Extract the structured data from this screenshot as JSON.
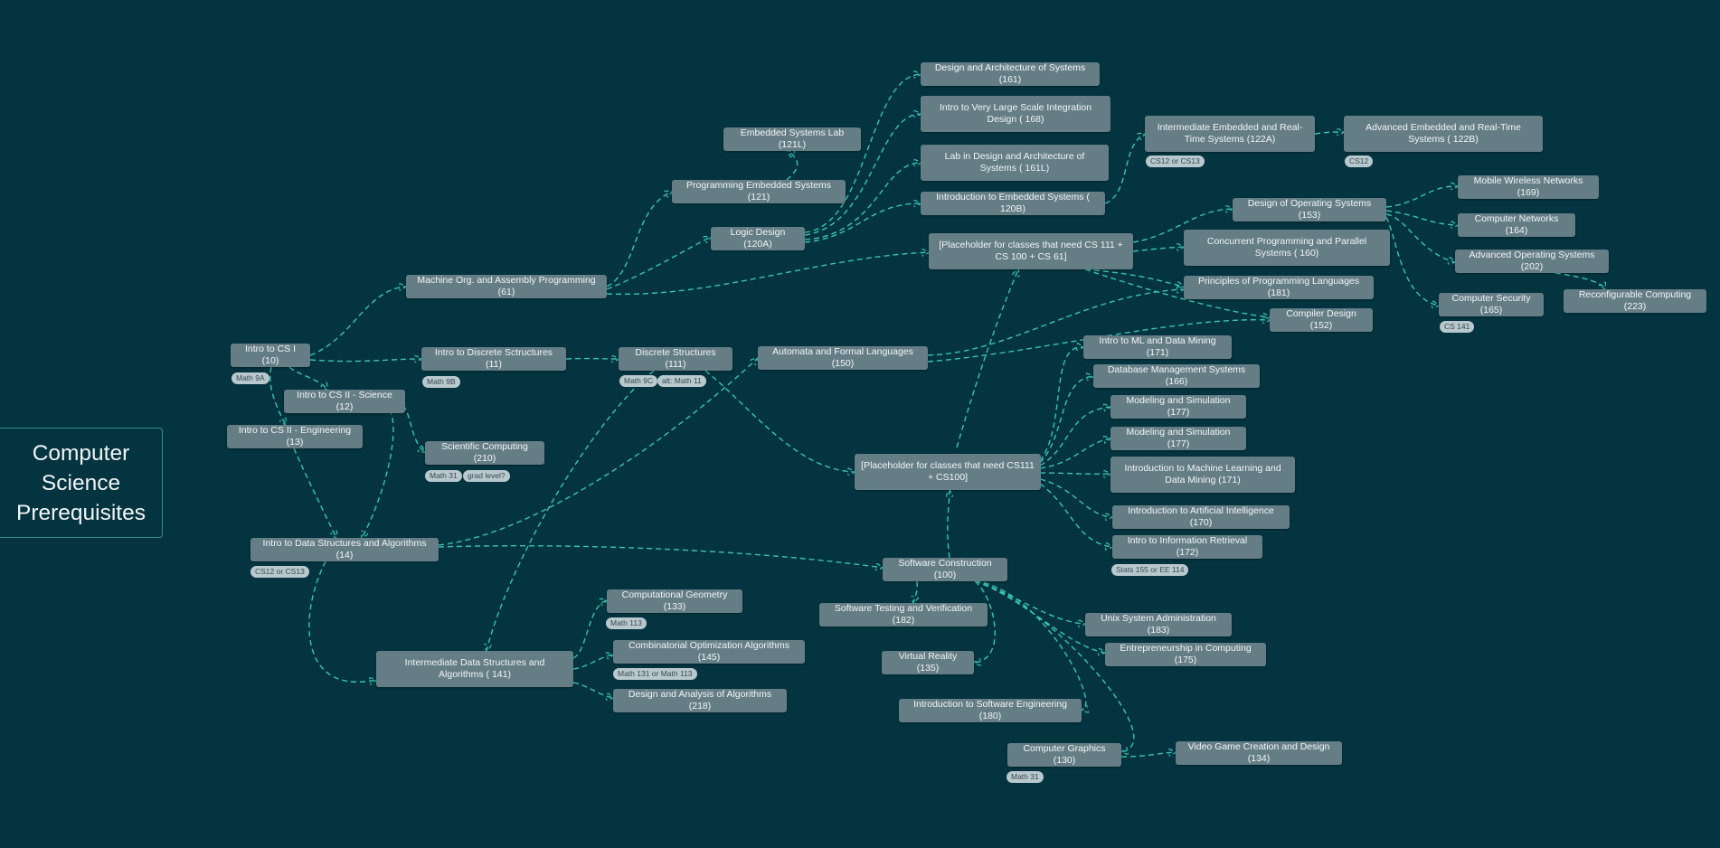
{
  "title": "Computer Science Prerequisites",
  "colors": {
    "background": "#043440",
    "node": "#657e86",
    "edge": "#38c3b2",
    "tag": "#b9c8cd"
  },
  "courses": {
    "cs10": "Intro to CS I (10)",
    "cs11": "Intro to Discrete Sctructures (11)",
    "cs12": "Intro to CS II - Science (12)",
    "cs13": "Intro to CS II - Engineering (13)",
    "cs14": "Intro to Data Structures and Algorithms (14)",
    "cs61": "Machine Org. and Assembly Programming (61)",
    "cs111": "Discrete Structures (111)",
    "cs210": "Scientific Computing (210)",
    "cs120a": "Logic Design (120A)",
    "cs121": "Programming Embedded Systems (121)",
    "cs121l": "Embedded Systems Lab (121L)",
    "cs161": "Design and Architecture of Systems (161)",
    "cs168": "Intro to Very Large Scale Integration Design ( 168)",
    "cs161l": "Lab in Design and Architecture of Systems ( 161L)",
    "cs120b": "Introduction to Embedded Systems ( 120B)",
    "cs122a": "Intermediate Embedded and Real-Time Systems (122A)",
    "cs122b": "Advanced Embedded and Real-Time Systems ( 122B)",
    "ph1": "[Placeholder for classes that need CS 111 + CS 100 + CS 61]",
    "cs153": "Design of Operating Systems (153)",
    "cs160": "Concurrent Programming and Parallel Systems ( 160)",
    "cs181": "Principles of Programming Languages (181)",
    "cs152": "Compiler Design (152)",
    "cs169": "Mobile Wireless Networks (169)",
    "cs164": "Computer Networks (164)",
    "cs202": "Advanced Operating Systems (202)",
    "cs165": "Computer Security (165)",
    "cs223": "Reconfigurable Computing (223)",
    "cs150": "Automata and Formal Languages (150)",
    "ph2": "[Placeholder for classes that need CS111 + CS100]",
    "cs171a": "Intro to ML and Data Mining (171)",
    "cs166": "Database Management Systems (166)",
    "cs177a": "Modeling and Simulation (177)",
    "cs177b": "Modeling and Simulation (177)",
    "cs171b": "Introduction to Machine Learning and Data Mining (171)",
    "cs170": "Introduction to Artificial Intelligence (170)",
    "cs172": "Intro to Information Retrieval (172)",
    "cs100": "Software Construction (100)",
    "cs182": "Software Testing and Verification (182)",
    "cs135": "Virtual Reality (135)",
    "cs180": "Introduction to Software Engineering (180)",
    "cs183": "Unix System Administration (183)",
    "cs175": "Entrepreneurship in Computing (175)",
    "cs130": "Computer Graphics (130)",
    "cs134": "Video Game Creation and Design (134)",
    "cs141": "Intermediate Data Structures and Algorithms ( 141)",
    "cs133": "Computational Geometry (133)",
    "cs145": "Combinatorial Optimization Algorithms (145)",
    "cs218": "Design and Analysis of Algorithms (218)"
  },
  "tags": {
    "cs10": "Math 9A",
    "cs11": "Math 9B",
    "cs111a": "Math 9C",
    "cs111b": "alt: Math 11",
    "cs210a": "Math 31",
    "cs210b": "grad level?",
    "cs14": "CS12 or CS13",
    "cs122a": "CS12 or CS13",
    "cs122b": "CS12",
    "cs165": "CS 141",
    "cs172": "Stats 155 or EE 114",
    "cs133": "Math 113",
    "cs145": "Math 131 or Math 113",
    "cs130": "Math 31"
  }
}
